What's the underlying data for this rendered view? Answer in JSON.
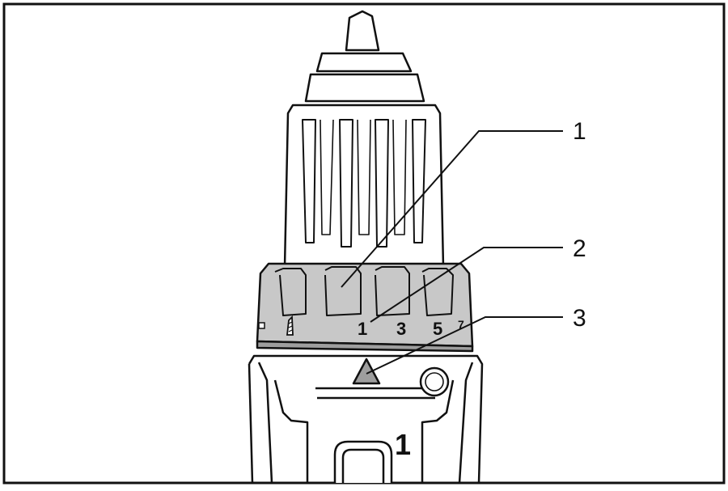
{
  "callouts": [
    {
      "number": "1"
    },
    {
      "number": "2"
    },
    {
      "number": "3"
    }
  ],
  "dial": {
    "numbers": [
      "1",
      "3",
      "5",
      "7"
    ]
  },
  "body_mark": "1",
  "colors": {
    "outline": "#111111",
    "collar_fill": "#c8c8c8",
    "background": "#ffffff"
  },
  "icons": [
    "drill-bit-icon",
    "warning-triangle-icon"
  ]
}
